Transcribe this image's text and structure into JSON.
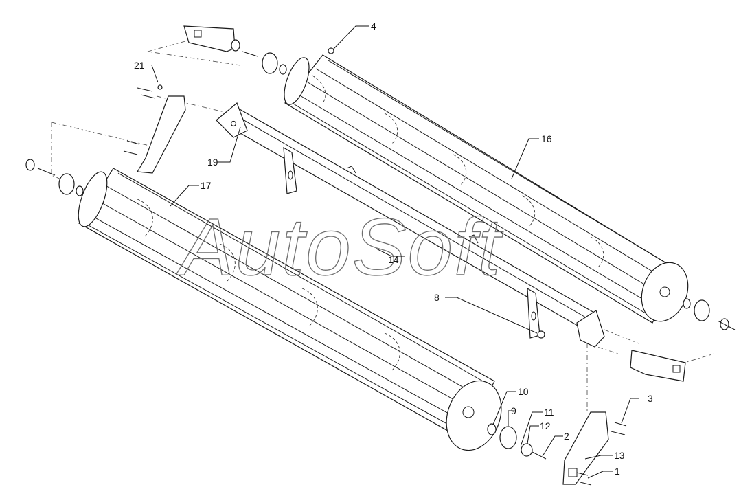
{
  "watermark": "AutoSoft",
  "callouts": [
    {
      "id": "4",
      "label": "4"
    },
    {
      "id": "21",
      "label": "21"
    },
    {
      "id": "16",
      "label": "16"
    },
    {
      "id": "19",
      "label": "19"
    },
    {
      "id": "17",
      "label": "17"
    },
    {
      "id": "14",
      "label": "14"
    },
    {
      "id": "8",
      "label": "8"
    },
    {
      "id": "10",
      "label": "10"
    },
    {
      "id": "9",
      "label": "9"
    },
    {
      "id": "11",
      "label": "11"
    },
    {
      "id": "12",
      "label": "12"
    },
    {
      "id": "2",
      "label": "2"
    },
    {
      "id": "3",
      "label": "3"
    },
    {
      "id": "13",
      "label": "13"
    },
    {
      "id": "1",
      "label": "1"
    }
  ]
}
